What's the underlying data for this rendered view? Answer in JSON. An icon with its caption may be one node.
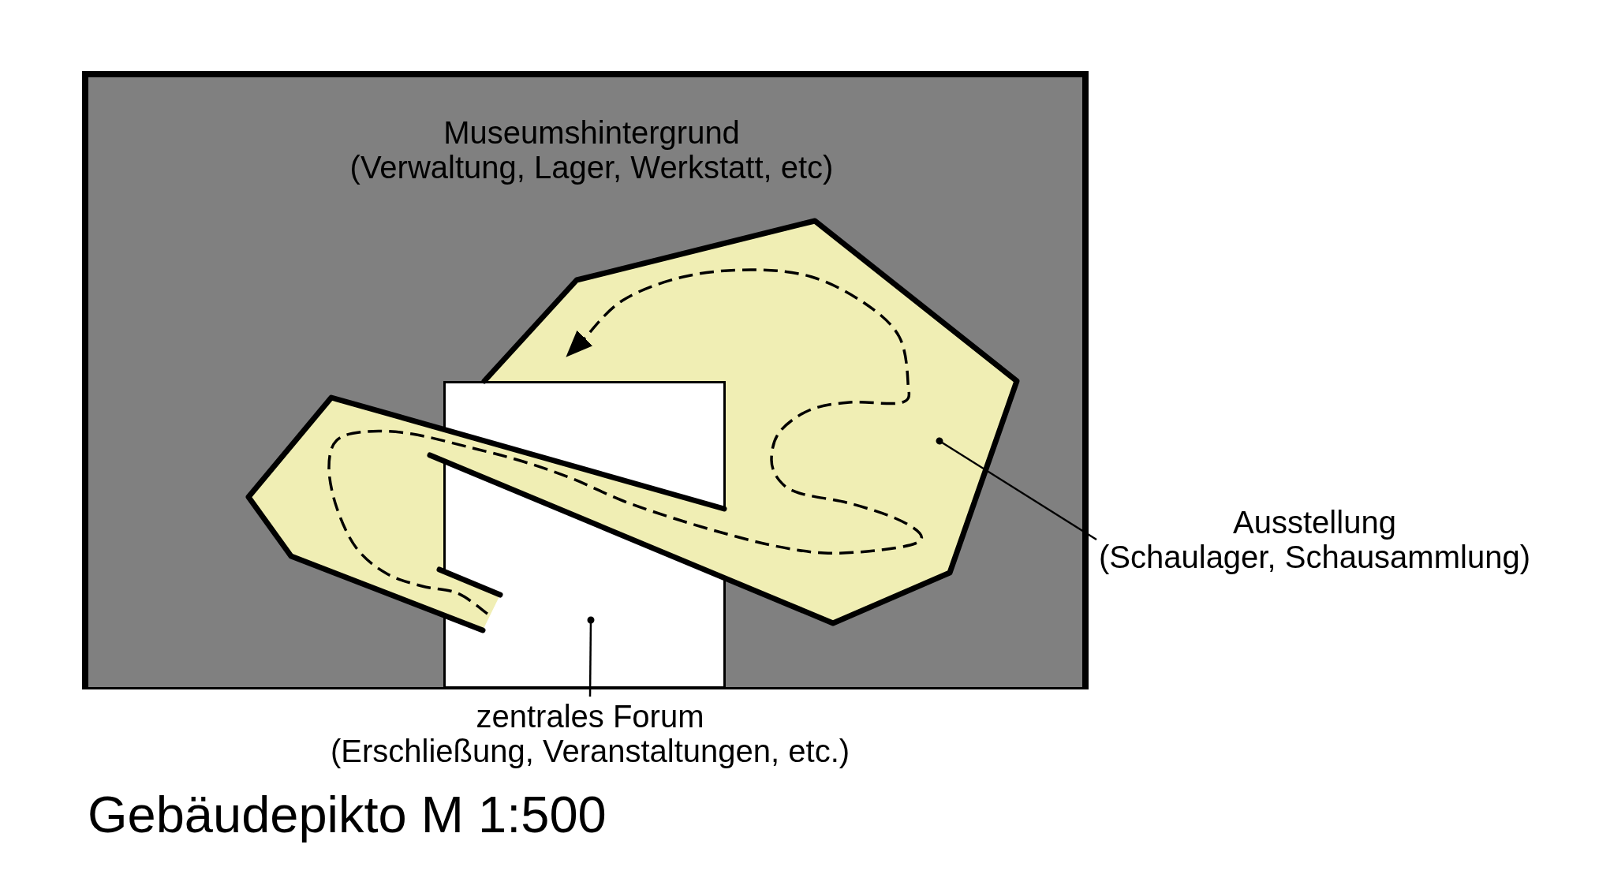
{
  "diagram": {
    "title": "Gebäudepikto M 1:500",
    "nodes": [
      {
        "text": [
          "Museumshintergrund",
          "(Verwaltung, Lager, Werkstatt, etc)"
        ]
      },
      {
        "text": [],
        "shape": "polygon",
        "in": 0
      },
      {
        "text": [],
        "shape": "box",
        "in": 0
      },
      {
        "text": [
          "Ausstellung",
          "(Schaulager, Schausammlung)"
        ]
      },
      {
        "text": [
          "zentrales Forum",
          "(Erschließung, Veranstaltungen, etc.)"
        ]
      }
    ],
    "edges": [
      {
        "from": 3,
        "to": 1,
        "arrow": "other"
      },
      {
        "from": 4,
        "to": 2,
        "arrow": "other"
      }
    ]
  }
}
